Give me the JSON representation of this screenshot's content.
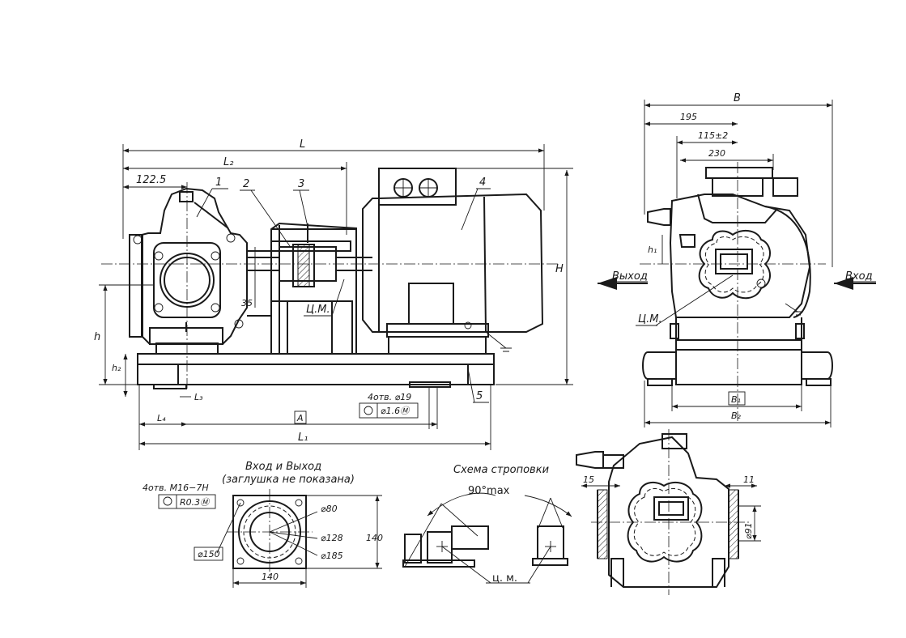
{
  "labels": {
    "dims": {
      "L": "L",
      "L2": "L₂",
      "d122_5": "122.5",
      "H": "H",
      "h": "h",
      "h1": "h₁",
      "h2": "h₂",
      "d35": "35",
      "L3": "L₃",
      "L4": "L₄",
      "A": "A",
      "L1": "L₁",
      "holes19": "4отв. ⌀19",
      "tol16": "⌀1.6Ⓜ",
      "B": "B",
      "d195": "195",
      "d115": "115±2",
      "d230": "230",
      "B1": "B₁",
      "B2": "B₂",
      "d15": "15",
      "d11": "11",
      "d91": "⌀91",
      "holes_m16": "4отв.  M16−7H",
      "tol03": "R0.3Ⓜ",
      "d80": "⌀80",
      "d128": "⌀128",
      "d185": "⌀185",
      "d150": "⌀150",
      "d140h": "140",
      "d140v": "140"
    },
    "parts": [
      "1",
      "2",
      "3",
      "4",
      "5"
    ],
    "cm": "Ц.М.",
    "outlet": "Выход",
    "inlet": "Вход",
    "flange_title": "Вход и Выход",
    "flange_note": "(заглушка не показана)",
    "sling_title": "Схема строповки",
    "sling_angle": "90°max",
    "sling_cm": "ц. м."
  }
}
